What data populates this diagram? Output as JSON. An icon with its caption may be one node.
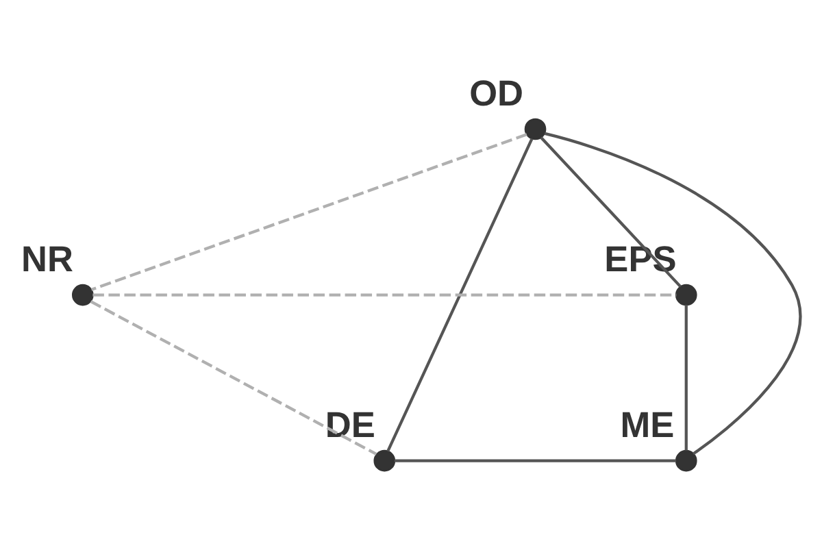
{
  "diagram": {
    "nodes": [
      {
        "text": [],
        "shape": "circle",
        "beside": [
          "OD"
        ]
      },
      {
        "text": [],
        "shape": "circle",
        "beside": [
          "NR"
        ]
      },
      {
        "text": [],
        "shape": "circle",
        "beside": [
          "EPS"
        ]
      },
      {
        "text": [],
        "shape": "circle",
        "beside": [
          "DE"
        ]
      },
      {
        "text": [],
        "shape": "circle",
        "beside": [
          "ME"
        ]
      }
    ],
    "edges": [
      {
        "from": 0,
        "to": 3,
        "arrow": "none"
      },
      {
        "from": 0,
        "to": 4,
        "arrow": "none"
      },
      {
        "from": 0,
        "to": 2,
        "arrow": "none"
      },
      {
        "from": 0,
        "to": 1,
        "arrow": "none",
        "style": "dashed",
        "color": "#b0b0b0"
      },
      {
        "from": 1,
        "to": 2,
        "arrow": "none",
        "style": "dashed",
        "color": "#b0b0b0"
      },
      {
        "from": 1,
        "to": 3,
        "arrow": "none",
        "style": "dashed",
        "color": "#b0b0b0"
      },
      {
        "from": 3,
        "to": 4,
        "arrow": "none"
      },
      {
        "from": 4,
        "to": 2,
        "arrow": "none"
      }
    ]
  }
}
